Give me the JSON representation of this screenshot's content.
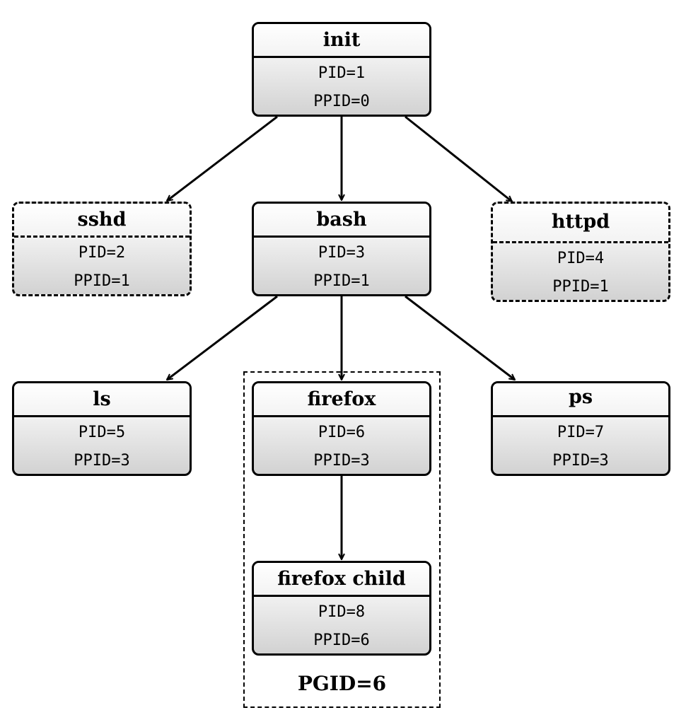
{
  "nodes": {
    "init": {
      "title": "init",
      "pid": "PID=1",
      "ppid": "PPID=0"
    },
    "sshd": {
      "title": "sshd",
      "pid": "PID=2",
      "ppid": "PPID=1"
    },
    "bash": {
      "title": "bash",
      "pid": "PID=3",
      "ppid": "PPID=1"
    },
    "httpd": {
      "title": "httpd",
      "pid": "PID=4",
      "ppid": "PPID=1"
    },
    "ls": {
      "title": "ls",
      "pid": "PID=5",
      "ppid": "PPID=3"
    },
    "firefox": {
      "title": "firefox",
      "pid": "PID=6",
      "ppid": "PPID=3"
    },
    "ps": {
      "title": "ps",
      "pid": "PID=7",
      "ppid": "PPID=3"
    },
    "firefox_child": {
      "title": "firefox child",
      "pid": "PID=8",
      "ppid": "PPID=6"
    }
  },
  "group": {
    "label": "PGID=6"
  },
  "edges": [
    {
      "from": "init",
      "to": "sshd"
    },
    {
      "from": "init",
      "to": "bash"
    },
    {
      "from": "init",
      "to": "httpd"
    },
    {
      "from": "bash",
      "to": "ls"
    },
    {
      "from": "bash",
      "to": "firefox"
    },
    {
      "from": "bash",
      "to": "ps"
    },
    {
      "from": "firefox",
      "to": "firefox_child"
    }
  ]
}
